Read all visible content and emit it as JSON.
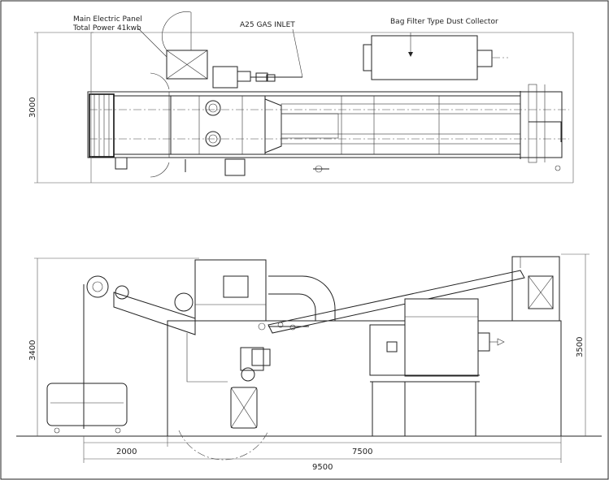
{
  "labels": {
    "panel_line1": "Main Electric Panel",
    "panel_line2": "Total Power 41kwb",
    "gas_inlet": "A25 GAS INLET",
    "dust_collector": "Bag Filter Type Dust Collector"
  },
  "dimensions": {
    "plan_width": "3000",
    "elev_height_left": "3400",
    "elev_height_right": "3500",
    "feed_length": "2000",
    "main_length": "7500",
    "total_length": "9500"
  }
}
